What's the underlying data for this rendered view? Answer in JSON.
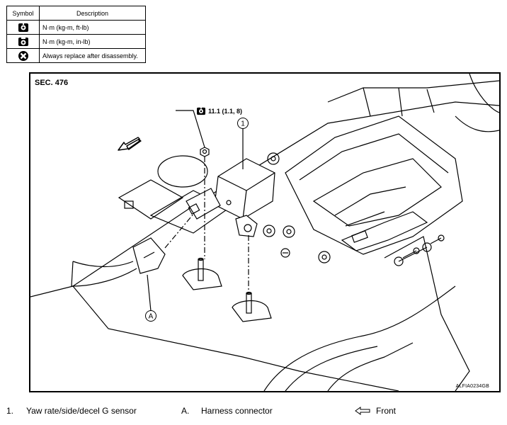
{
  "legend": {
    "header_symbol": "Symbol",
    "header_description": "Description",
    "rows": [
      {
        "icon": "torque-wrench-icon",
        "description": "N·m (kg-m, ft-lb)"
      },
      {
        "icon": "torque-wrench-inlb-icon",
        "description": "N·m (kg-m, in-lb)"
      },
      {
        "icon": "replace-x-icon",
        "description": "Always replace after disassembly."
      }
    ]
  },
  "figure": {
    "section": "SEC. 476",
    "torque_value": "11.1 (1.1, 8)",
    "callout_1": "1",
    "callout_a": "A",
    "code": "ALFIA0234GB"
  },
  "footer": {
    "item1_num": "1.",
    "item1_label": "Yaw rate/side/decel G sensor",
    "itemA_num": "A.",
    "itemA_label": "Harness connector",
    "front_label": "Front"
  }
}
